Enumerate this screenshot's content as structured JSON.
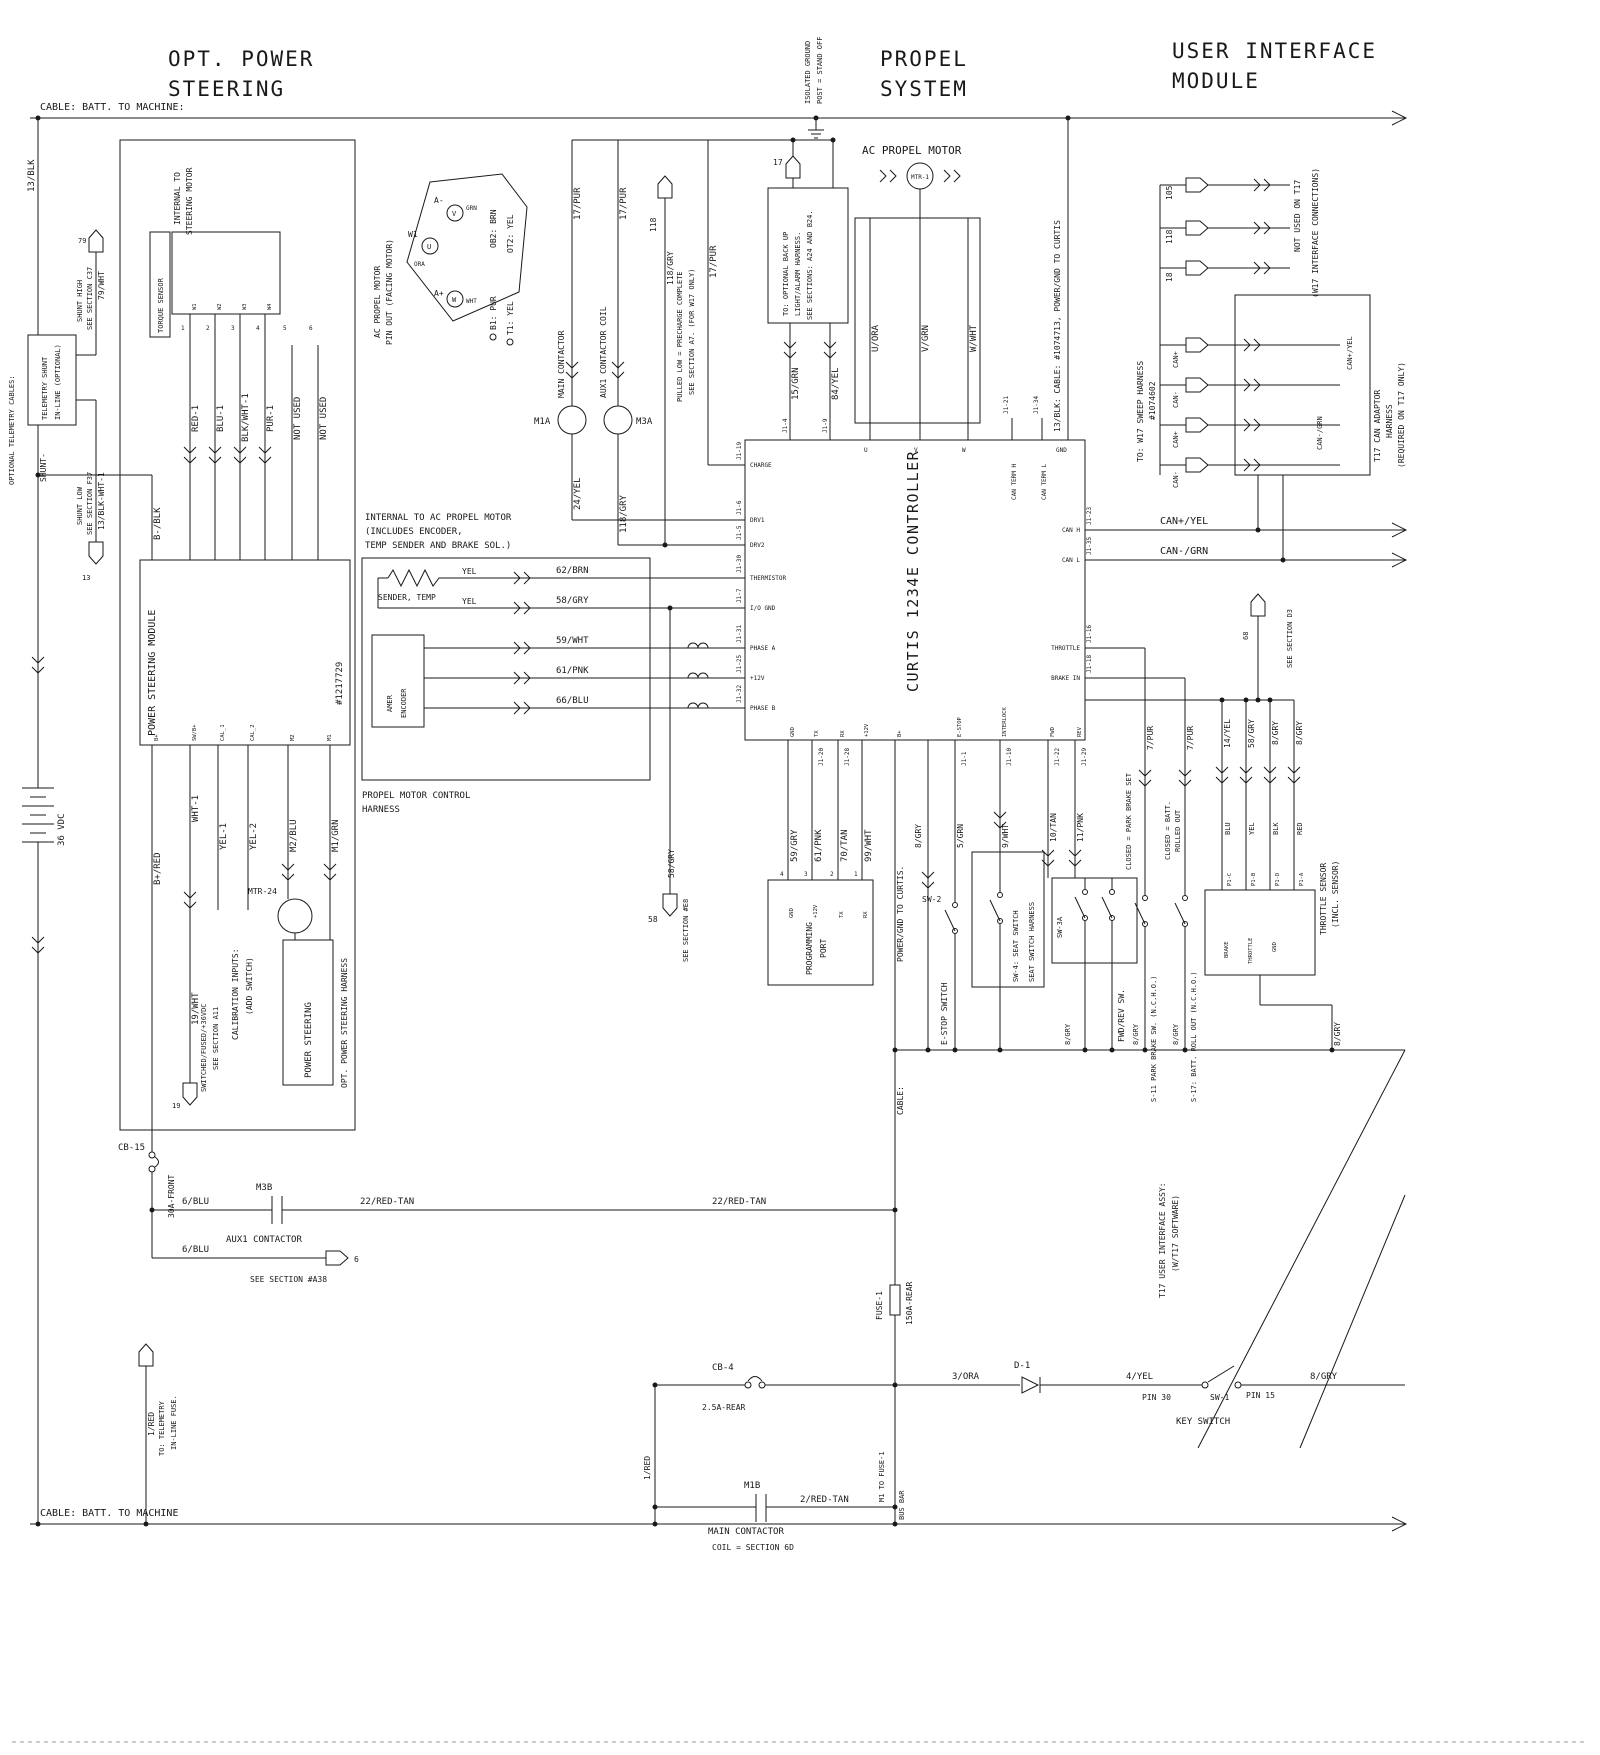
{
  "hd": {
    "ops1": "OPT. POWER",
    "ops2": "STEERING",
    "pr1": "PROPEL",
    "pr2": "SYSTEM",
    "ui1": "USER INTERFACE",
    "ui2": "MODULE"
  },
  "cab": {
    "top": "CABLE: BATT. TO MACHINE:",
    "bot": "CABLE: BATT. TO MACHINE"
  },
  "lt": {
    "blk13": "13/BLK",
    "opt": "OPTIONAL TELEMETRY CABLES:",
    "shunt": "SHUNT-",
    "t1": "TELEMETRY SHUNT",
    "t2": "IN-LINE (OPTIONAL)",
    "sh1": "SHUNT HIGH",
    "sh2": "SEE SECTION C37",
    "w79": "79/WHT",
    "n79": "79",
    "sl1": "SHUNT LOW",
    "sl2": "SEE SECTION F37",
    "w13": "13/BLK-WHT-1",
    "n13": "13",
    "vdc": "36 VDC"
  },
  "ps": {
    "int1": "INTERNAL TO",
    "int2": "STEERING MOTOR",
    "torque": "TORQUE SENSOR",
    "tp": [
      "W1",
      "W2",
      "W3",
      "W4"
    ],
    "pn": [
      "1",
      "2",
      "3",
      "4",
      "5",
      "6"
    ],
    "w": [
      "RED-1",
      "BLU-1",
      "BLK/WHT-1",
      "PUR-1",
      "NOT USED",
      "NOT USED"
    ],
    "bneg": "B-/BLK",
    "mod": "POWER STEERING MODULE",
    "num": "#1217729",
    "bpin": [
      "B+",
      "SW/B+",
      "CAL_1",
      "CAL_2",
      "M2",
      "M1"
    ],
    "w2": [
      "B+/RED",
      "WHT-1",
      "YEL-1",
      "YEL-2",
      "M2/BLU",
      "M1/GRN"
    ],
    "cal1": "CALIBRATION INPUTS:",
    "cal2": "(ADD SWITCH)",
    "w19": "19/WHT",
    "n19": "19",
    "sf1": "SWITCHED/FUSED/+36VDC",
    "sf2": "SEE SECTION A11",
    "mtr": "MTR-24",
    "pst": "POWER STEERING",
    "har": "OPT. POWER STEERING HARNESS"
  },
  "cb15": {
    "name": "CB-15",
    "amp": "30A-FRONT"
  },
  "m3b": {
    "name": "M3B",
    "cont": "AUX1 CONTACTOR",
    "b6a": "6/BLU",
    "rt1": "22/RED-TAN",
    "rt2": "22/RED-TAN",
    "b6b": "6/BLU",
    "n6": "6",
    "sec": "SEE SECTION #A38"
  },
  "tel": {
    "w": "1/RED",
    "t1": "TO: TELEMETRY",
    "t2": "IN-LINE FUSE."
  },
  "px": {
    "t1": "AC PROPEL MOTOR",
    "t2": "PIN OUT (FACING MOTOR)",
    "am": "A-",
    "w1": "W1",
    "ap": "A+",
    "u": "U",
    "v": "V",
    "w": "W",
    "grn": "GRN",
    "ora": "ORA",
    "wht": "WHT",
    "ob2": "OB2: BRN",
    "ot2": "OT2: YEL",
    "b1": "B1: PUR",
    "t1y": "T1: YEL"
  },
  "ct": {
    "m1a": "M1A",
    "m3a": "M3A",
    "main": "MAIN CONTACTOR",
    "aux": "AUX1 CONTACTOR COIL",
    "p17a": "17/PUR",
    "p17b": "17/PUR",
    "p17c": "17/PUR",
    "n118": "118",
    "g118": "118/GRY",
    "pull1": "PULLED LOW = PRECHARGE COMPLETE",
    "pull2": "SEE SECTION A7. (FOR W17 ONLY)",
    "y24": "24/YEL",
    "g118b": "118/GRY"
  },
  "im": {
    "t1": "INTERNAL TO AC PROPEL MOTOR",
    "t2": "(INCLUDES ENCODER,",
    "t3": "TEMP SENDER AND BRAKE SOL.)",
    "sender": "SENDER, TEMP",
    "yel1": "YEL",
    "yel2": "YEL",
    "amer": "AMER",
    "enc": "ENCODER",
    "w": [
      "62/BRN",
      "58/GRY",
      "59/WHT",
      "61/PNK",
      "66/BLU"
    ],
    "h1": "PROPEL MOTOR CONTROL",
    "h2": "HARNESS"
  },
  "t58": {
    "w": "58/GRY",
    "n": "58",
    "sec": "SEE SECTION #E8"
  },
  "pp": {
    "l1": "PROGRAMMING",
    "l2": "PORT",
    "pins": [
      "GND",
      "+12V",
      "TX",
      "RX"
    ],
    "n": [
      "4",
      "3",
      "2",
      "1"
    ],
    "w": [
      "59/GRY",
      "61/PNK",
      "70/TAN",
      "99/WHT"
    ]
  },
  "pg": {
    "pwr": "POWER/GND TO CURTIS.",
    "cable": "CABLE:"
  },
  "bu": {
    "l1": "TO: OPTIONAL BACK UP",
    "l2": "LIGHT/ALARM HARNESS.",
    "l3": "SEE SECTIONS: A24 AND B24.",
    "n17": "17",
    "g15": "15/GRN",
    "y84": "84/YEL"
  },
  "mt": {
    "title": "AC PROPEL MOTOR",
    "name": "MTR-1",
    "u": "U/ORA",
    "v": "V/GRN",
    "w": "W/WHT"
  },
  "ig": {
    "l1": "ISOLATED GROUND",
    "l2": "POST = STAND OFF"
  },
  "cu": {
    "title": "CURTIS 1234E CONTROLLER",
    "cable": "13/BLK: CABLE: #1074713, POWER/GND TO CURTIS",
    "to": [
      "J1-4",
      "J1-9",
      "J1-21",
      "J1-34"
    ],
    "ti": [
      "U",
      "V",
      "W",
      "GND",
      "CAN TERM H",
      "CAN TERM L"
    ],
    "li": [
      "CHARGE",
      "DRV1",
      "DRV2",
      "THERMISTOR",
      "I/O GND",
      "PHASE A",
      "+12V",
      "PHASE B"
    ],
    "lo": [
      "J1-19",
      "J1-6",
      "J1-5",
      "J1-30",
      "J1-7",
      "J1-31",
      "J1-25",
      "J1-32"
    ],
    "ri": [
      "CAN H",
      "CAN L",
      "THROTTLE",
      "BRAKE IN"
    ],
    "ro": [
      "J1-23",
      "J1-35",
      "J1-16",
      "J1-18"
    ],
    "bi": [
      "GND",
      "TX",
      "RX",
      "+12V",
      "B+",
      "E-STOP",
      "INTERLOCK",
      "FWD",
      "REV"
    ],
    "bo": [
      "J1-20",
      "J1-28",
      "J1-1",
      "J1-10",
      "J1-22",
      "J1-29"
    ]
  },
  "sw": {
    "l1": "TO: W17 SWEEP HARNESS",
    "l2": "#1074602",
    "c": [
      "105",
      "118",
      "18"
    ],
    "nu1": "NOT USED ON T17",
    "nu2": "(W17 INTERFACE CONNECTIONS)"
  },
  "can": {
    "c": [
      "CAN+",
      "CAN-",
      "CAN+",
      "CAN-"
    ],
    "iy": "CAN+/YEL",
    "ig": "CAN-/GRN",
    "t1": "T17 CAN ADAPTOR",
    "t2": "HARNESS",
    "t3": "(REQUIRED ON T17 ONLY)",
    "oy": "CAN+/YEL",
    "og": "CAN-/GRN"
  },
  "d3": {
    "n": "68",
    "sec": "SEE SECTION D3"
  },
  "th": {
    "w": [
      "14/YEL",
      "58/GRY",
      "8/GRY",
      "8/GRY"
    ],
    "c": [
      "BLU",
      "YEL",
      "BLK",
      "RED"
    ],
    "p": [
      "P1-C",
      "P1-B",
      "P1-D",
      "P1-A"
    ],
    "i": [
      "BRAKE",
      "THROTTLE",
      "GND"
    ],
    "t1": "THROTTLE SENSOR",
    "t2": "(INCL. SENSOR)",
    "g8": "8/GRY"
  },
  "sc": {
    "sw2": "SW-2",
    "estop": "E-STOP SWITCH",
    "g8a": "8/GRY",
    "g5": "5/GRN",
    "w9": "9/WHT",
    "t10": "10/TAN",
    "p11": "11/PNK",
    "sw4": "SW-4: SEAT SWITCH",
    "shar": "SEAT SWITCH HARNESS",
    "sw3a": "SW-3A",
    "fr": "FWD/REV SW.",
    "p7a": "7/PUR",
    "p7b": "7/PUR",
    "cl1": "CLOSED = PARK BRAKE SET",
    "cl2a": "CLOSED = BATT.",
    "cl2b": "ROLLED OUT",
    "s11": "S-11 PARK BRAKE SW. (N.C.H.O.)",
    "s17": "S-17: BATT. ROLL OUT (N.C.H.O.)",
    "g8b": "8/GRY",
    "g8c": "8/GRY",
    "g8d": "8/GRY"
  },
  "bt": {
    "cb4": "CB-4",
    "amp": "2.5A-REAR",
    "o3": "3/ORA",
    "d1": "D-1",
    "y4": "4/YEL",
    "p30": "PIN 30",
    "sw1": "SW-1",
    "p15": "PIN 15",
    "key": "KEY SWITCH",
    "g8": "8/GRY",
    "r1": "1/RED",
    "m1b": "M1B",
    "mc": "MAIN CONTACTOR",
    "coil": "COIL = SECTION 6D",
    "rt": "2/RED-TAN",
    "mf": "M1 TO FUSE-1",
    "bus": "BUS BAR",
    "f1": "FUSE-1",
    "fa": "150A-REAR",
    "t17a": "T17 USER INTERFACE ASSY:",
    "t17b": "(W/T17 SOFTWARE)"
  }
}
